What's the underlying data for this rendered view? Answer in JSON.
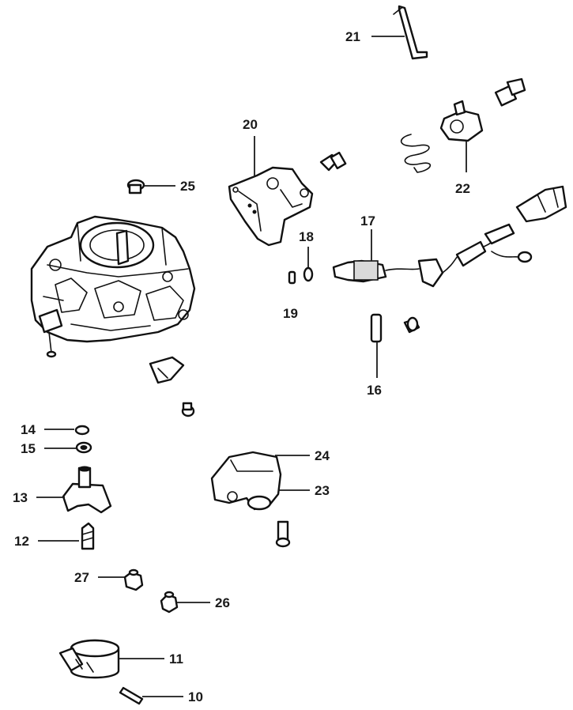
{
  "diagram": {
    "callouts": {
      "c10": "10",
      "c11": "11",
      "c12": "12",
      "c13": "13",
      "c14": "14",
      "c15": "15",
      "c16": "16",
      "c17": "17",
      "c18": "18",
      "c19": "19",
      "c20": "20",
      "c21": "21",
      "c22": "22",
      "c23": "23",
      "c24": "24",
      "c25": "25",
      "c26": "26",
      "c27": "27"
    }
  }
}
